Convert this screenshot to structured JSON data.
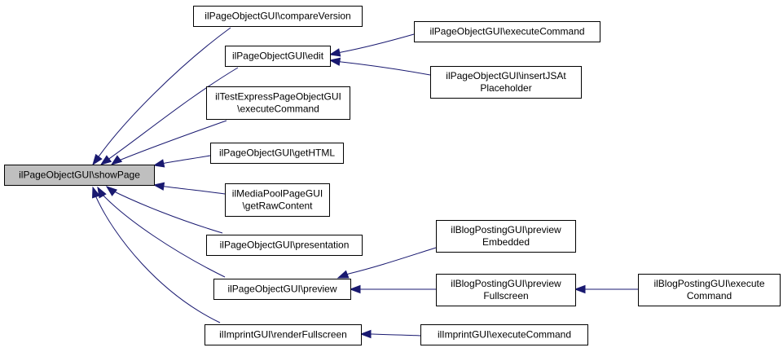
{
  "nodes": [
    {
      "id": "root",
      "lines": [
        "ilPageObjectGUI\\showPage"
      ],
      "root": true
    },
    {
      "id": "compareVersion",
      "lines": [
        "ilPageObjectGUI\\compareVersion"
      ]
    },
    {
      "id": "edit",
      "lines": [
        "ilPageObjectGUI\\edit"
      ]
    },
    {
      "id": "testExpressExecuteCommand",
      "lines": [
        "ilTestExpressPageObjectGUI",
        "\\executeCommand"
      ]
    },
    {
      "id": "getHTML",
      "lines": [
        "ilPageObjectGUI\\getHTML"
      ]
    },
    {
      "id": "getRawContent",
      "lines": [
        "ilMediaPoolPageGUI",
        "\\getRawContent"
      ]
    },
    {
      "id": "presentation",
      "lines": [
        "ilPageObjectGUI\\presentation"
      ]
    },
    {
      "id": "preview",
      "lines": [
        "ilPageObjectGUI\\preview"
      ]
    },
    {
      "id": "renderFullscreen",
      "lines": [
        "ilImprintGUI\\renderFullscreen"
      ]
    },
    {
      "id": "executeCommand",
      "lines": [
        "ilPageObjectGUI\\executeCommand"
      ]
    },
    {
      "id": "insertJSAtPlaceholder",
      "lines": [
        "ilPageObjectGUI\\insertJSAt",
        "Placeholder"
      ]
    },
    {
      "id": "previewEmbedded",
      "lines": [
        "ilBlogPostingGUI\\preview",
        "Embedded"
      ]
    },
    {
      "id": "previewFullscreen",
      "lines": [
        "ilBlogPostingGUI\\preview",
        "Fullscreen"
      ]
    },
    {
      "id": "blogExecuteCommand",
      "lines": [
        "ilBlogPostingGUI\\execute",
        "Command"
      ]
    },
    {
      "id": "imprintExecuteCommand",
      "lines": [
        "ilImprintGUI\\executeCommand"
      ]
    }
  ],
  "edges": [
    {
      "from": "compareVersion",
      "to": "root"
    },
    {
      "from": "edit",
      "to": "root"
    },
    {
      "from": "testExpressExecuteCommand",
      "to": "root"
    },
    {
      "from": "getHTML",
      "to": "root"
    },
    {
      "from": "getRawContent",
      "to": "root"
    },
    {
      "from": "presentation",
      "to": "root"
    },
    {
      "from": "preview",
      "to": "root"
    },
    {
      "from": "renderFullscreen",
      "to": "root"
    },
    {
      "from": "executeCommand",
      "to": "edit"
    },
    {
      "from": "insertJSAtPlaceholder",
      "to": "edit"
    },
    {
      "from": "previewEmbedded",
      "to": "preview"
    },
    {
      "from": "previewFullscreen",
      "to": "preview"
    },
    {
      "from": "blogExecuteCommand",
      "to": "previewFullscreen"
    },
    {
      "from": "imprintExecuteCommand",
      "to": "renderFullscreen"
    }
  ],
  "colors": {
    "edge": "#191970",
    "root_fill": "#bfbfbf",
    "node_fill": "#ffffff",
    "border": "#000000"
  }
}
